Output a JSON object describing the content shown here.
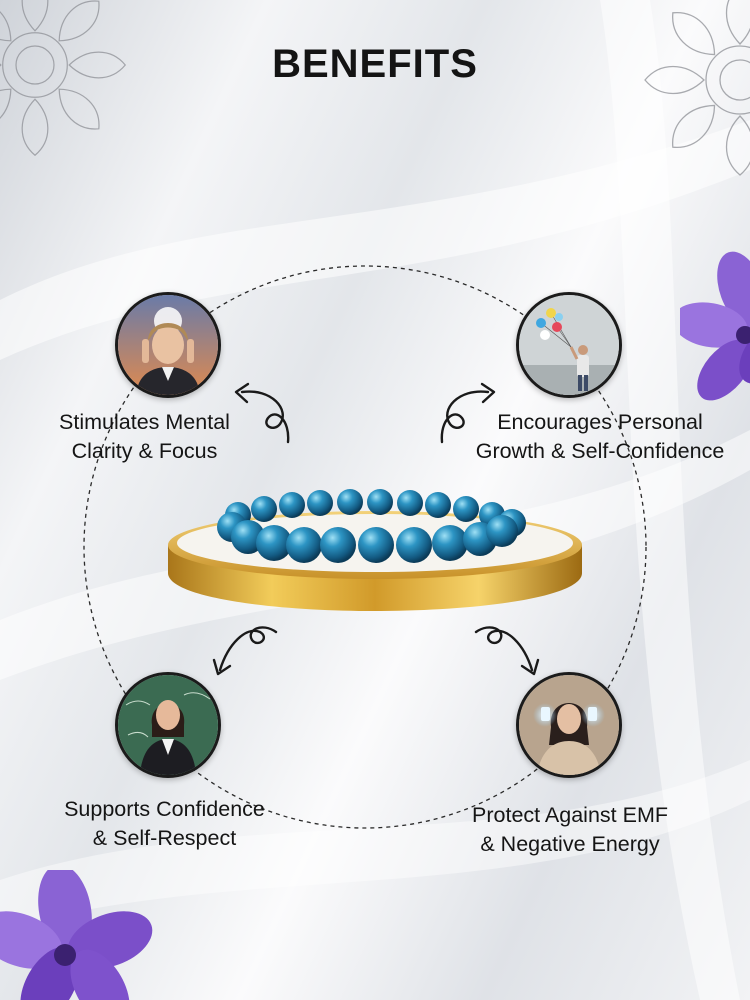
{
  "title": "BENEFITS",
  "benefits": [
    {
      "line1": "Stimulates Mental",
      "line2": "Clarity & Focus"
    },
    {
      "line1": "Encourages Personal",
      "line2": "Growth & Self-Confidence"
    },
    {
      "line1": "Supports Confidence",
      "line2": "& Self-Respect"
    },
    {
      "line1": "Protect Against EMF",
      "line2": "& Negative Energy"
    }
  ],
  "colors": {
    "title": "#141414",
    "bead": "#1f7fae",
    "gold": "#d4a52a",
    "flower": "#7b4fc9"
  },
  "icons": [
    "curved-arrow-icon",
    "mandala-icon",
    "flower-icon",
    "bracelet-icon"
  ]
}
